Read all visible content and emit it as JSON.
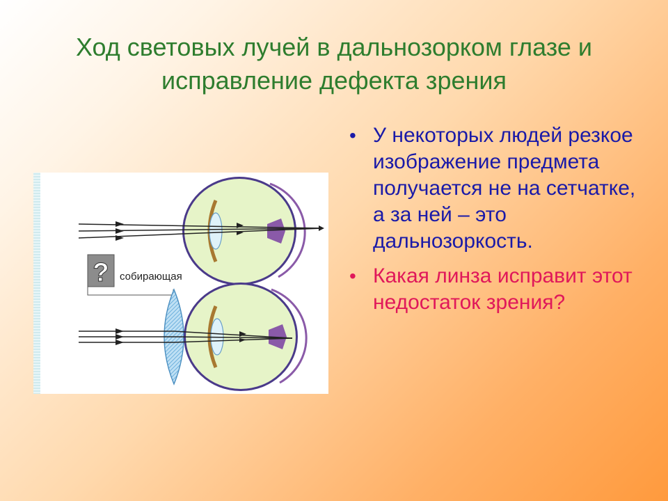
{
  "slide": {
    "title": "Ход световых лучей в дальнозорком глазе и исправление дефекта зрения",
    "bullets": [
      {
        "text": "У некоторых людей резкое изображение предмета получается не на сетчатке, а за ней – это дальнозоркость.",
        "color": "#1a1aa8"
      },
      {
        "text": "Какая линза исправит этот недостаток зрения?",
        "color": "#e0185a"
      }
    ]
  },
  "figure": {
    "question_icon": "question-mark-icon",
    "answer_label": "собирающая"
  },
  "colors": {
    "title": "#2e7d2e",
    "eye_body": "#e6f4c8",
    "lens_fill": "#a8d4f0"
  }
}
